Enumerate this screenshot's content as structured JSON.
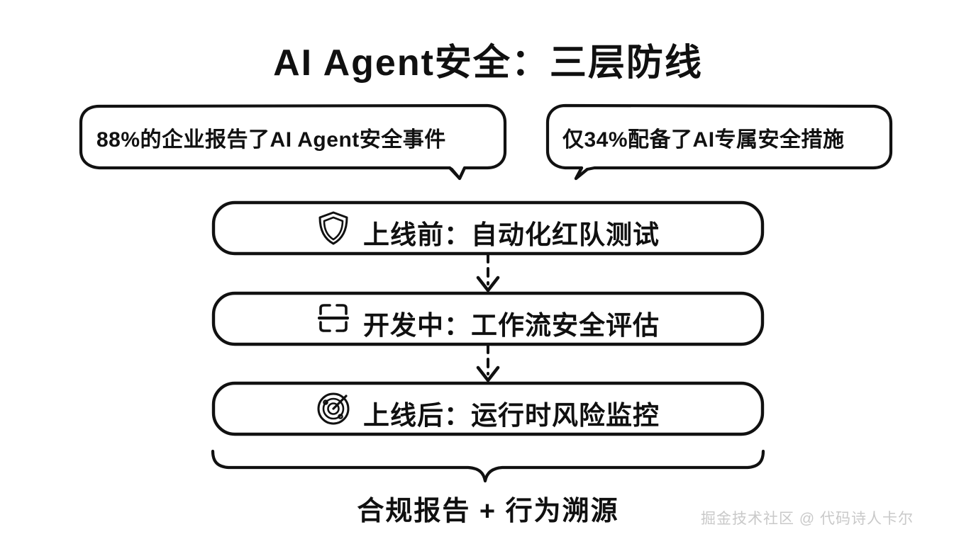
{
  "page": {
    "title": "AI Agent安全：三层防线",
    "background_color": "#ffffff",
    "stroke_color": "#111111",
    "watermark": "掘金技术社区 @ 代码诗人卡尔",
    "watermark_color": "#c9c9c9"
  },
  "callouts": [
    {
      "id": "bubble-1",
      "text": "88%的企业报告了AI Agent安全事件",
      "tail_direction": "down-right"
    },
    {
      "id": "bubble-2",
      "text": "仅34%配备了AI专属安全措施",
      "tail_direction": "down-left"
    }
  ],
  "stages": [
    {
      "id": "stage-pre-launch",
      "icon": "shield-icon",
      "label": "上线前：自动化红队测试"
    },
    {
      "id": "stage-in-development",
      "icon": "scan-frame-icon",
      "label": "开发中：工作流安全评估"
    },
    {
      "id": "stage-post-launch",
      "icon": "radar-target-icon",
      "label": "上线后：运行时风险监控"
    }
  ],
  "connectors": [
    {
      "id": "connector-1",
      "style": "dashed-arrow-down"
    },
    {
      "id": "connector-2",
      "style": "dashed-arrow-down"
    }
  ],
  "summary": {
    "brace": "curly-brace-down",
    "label": "合规报告 + 行为溯源"
  }
}
